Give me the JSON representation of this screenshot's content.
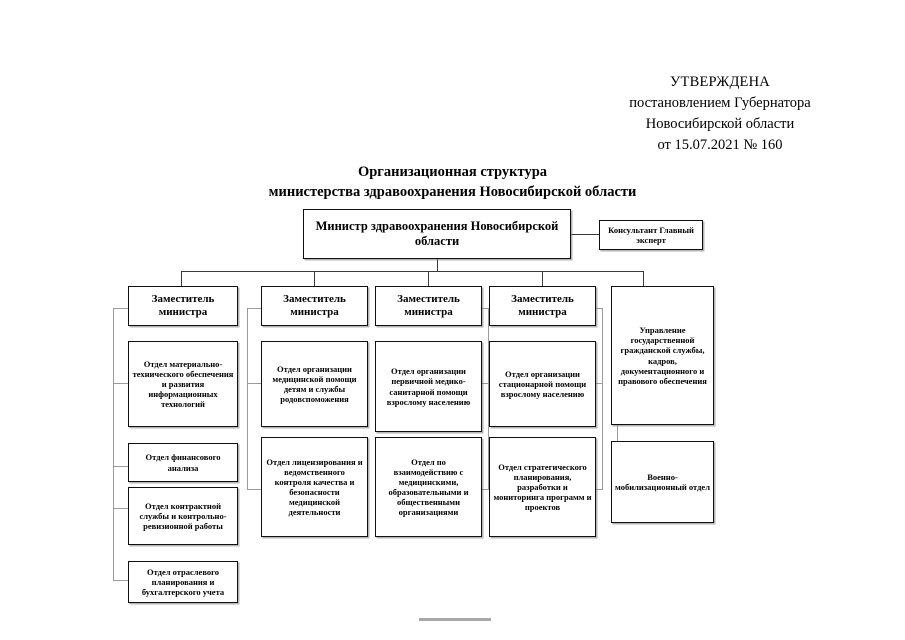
{
  "approval": {
    "word": "УТВЕРЖДЕНА",
    "line2": "постановлением Губернатора",
    "line3": "Новосибирской области",
    "line4": "от 15.07.2021  № 160"
  },
  "title": {
    "line1": "Организационная структура",
    "line2": "министерства здравоохранения Новосибирской области"
  },
  "nodes": {
    "minister": "Министр здравоохранения Новосибирской области",
    "consultant": "Консультант Главный эксперт",
    "deputy1": "Заместитель министра",
    "deputy2": "Заместитель министра",
    "deputy3": "Заместитель министра",
    "deputy4": "Заместитель министра",
    "col1_dept1": "Отдел материально-технического обеспечения и развития информационных технологий",
    "col1_dept2": "Отдел финансового анализа",
    "col1_dept3": "Отдел контрактной службы и контрольно-ревизионной работы",
    "col1_dept4": "Отдел отраслевого планирования и бухгалтерского учета",
    "col2_dept1": "Отдел организации медицинской помощи детям и службы родовспоможения",
    "col2_dept2": "Отдел лицензирования и ведомственного контроля качества и безопасности медицинской деятельности",
    "col3_dept1": "Отдел организации первичной медико-санитарной помощи взрослому населению",
    "col3_dept2": "Отдел по взаимодействию с медицинскими, образовательными и общественными организациями",
    "col4_dept1": "Отдел организации стационарной помощи взрослому населению",
    "col4_dept2": "Отдел стратегического планирования, разработки и мониторинга программ и проектов",
    "admin1": "Управление государственной гражданской службы, кадров, документационного и правового обеспечения",
    "admin2": "Военно-мобилизационный отдел"
  },
  "colors": {
    "box_border": "#101010",
    "connector": "#3a3a3a",
    "page_background": "#ffffff",
    "footer_rule": "#a8a8a8"
  }
}
